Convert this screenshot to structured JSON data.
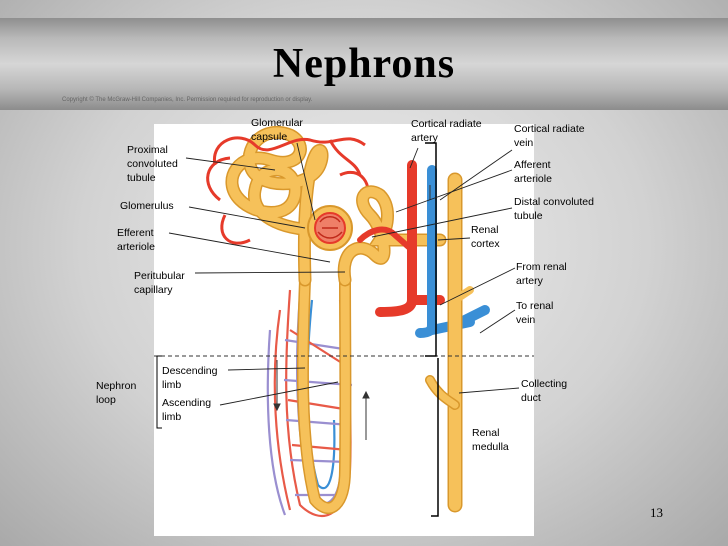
{
  "slide": {
    "title": "Nephrons",
    "copyright": "Copyright © The McGraw-Hill Companies, Inc. Permission required for reproduction or display.",
    "page_number": "13"
  },
  "labels": {
    "proximal_tubule": "Proximal\nconvoluted\ntubule",
    "glomerulus": "Glomerulus",
    "efferent_arteriole": "Efferent\narteriole",
    "peritubular_capillary": "Peritubular\ncapillary",
    "glomerular_capsule": "Glomerular\ncapsule",
    "cortical_radiate_artery": "Cortical radiate\nartery",
    "cortical_radiate_vein": "Cortical radiate\nvein",
    "afferent_arteriole": "Afferent\narteriole",
    "distal_tubule": "Distal convoluted\ntubule",
    "renal_cortex": "Renal\ncortex",
    "from_renal_artery": "From renal\nartery",
    "to_renal_vein": "To renal\nvein",
    "nephron_loop": "Nephron\nloop",
    "descending_limb": "Descending\nlimb",
    "ascending_limb": "Ascending\nlimb",
    "collecting_duct": "Collecting\nduct",
    "renal_medulla": "Renal\nmedulla"
  },
  "colors": {
    "tubule": "#f6c15a",
    "tubule_edge": "#d9982c",
    "artery": "#e63a2a",
    "vein": "#3a8fd6",
    "capillary": "#9a8fd0"
  }
}
